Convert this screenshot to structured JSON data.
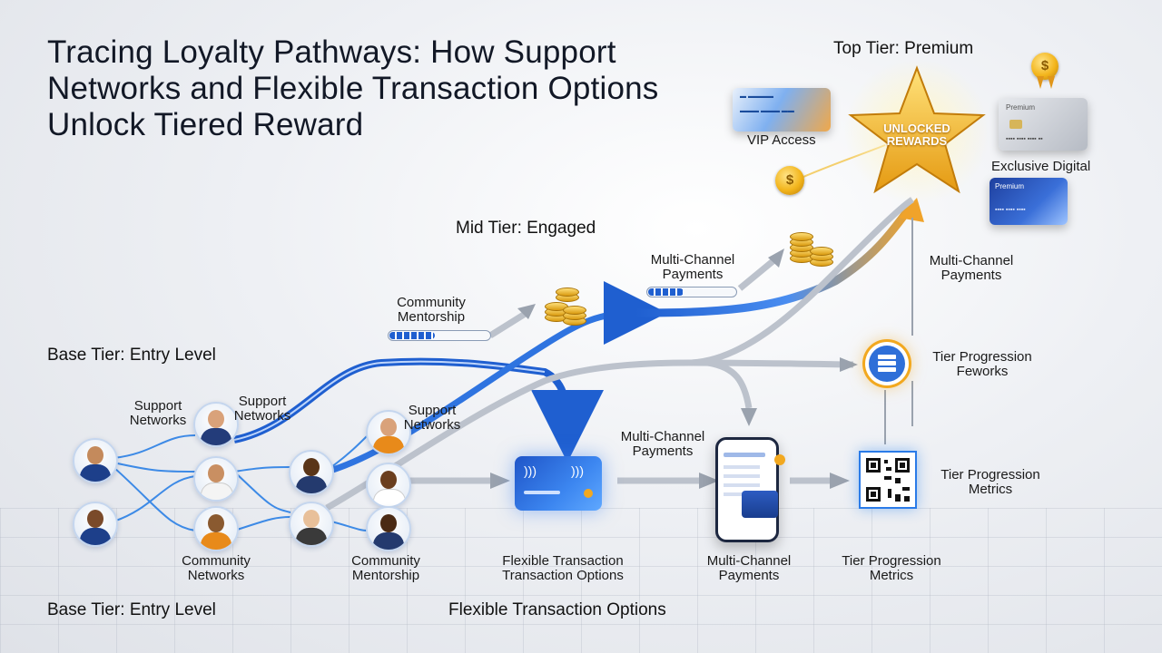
{
  "title": "Tracing Loyalty Pathways: How Support Networks and Flexible Transaction Options Unlock Tiered Reward",
  "tiers": {
    "top": "Top Tier: Premium",
    "mid": "Mid Tier: Engaged",
    "base": "Base Tier: Entry Level",
    "base_bottom": "Base Tier: Entry Level"
  },
  "star_text": "UNLOCKED REWARDS",
  "cards": {
    "vip": "VIP Access",
    "exclusive": "Exclusive Digital",
    "premium_card": "Premium",
    "premium_card2": "Premium"
  },
  "labels": {
    "support_networks_1": "Support Networks",
    "support_networks_2": "Support Networks",
    "support_networks_3": "Support Networks",
    "community_networks": "Community Networks",
    "community_mentorship_bottom": "Community Mentorship",
    "community_mentorship_top": "Community Mentorship",
    "multi_channel_top": "Multi-Channel Payments",
    "multi_channel_mid": "Multi-Channel Payments",
    "multi_channel_right": "Multi-Channel Payments",
    "multi_channel_bottom": "Multi-Channel Payments",
    "tier_progression_fworks": "Tier Progression Feworks",
    "tier_progression_metrics_right": "Tier Progression Metrics",
    "tier_progression_metrics_bottom": "Tier Progression Metrics",
    "flexible_transaction_bottom": "Flexible Transaction Transaction Options",
    "flexible_transaction_options": "Flexible Transaction Options"
  },
  "progress": {
    "community_mentorship_fraction": 0.45,
    "multi_channel_fraction": 0.4
  },
  "colors": {
    "blue_path": "#1f5fd0",
    "gold_path": "#f0a32a",
    "gray_path": "#b8bec8",
    "star": "#f4b522"
  }
}
